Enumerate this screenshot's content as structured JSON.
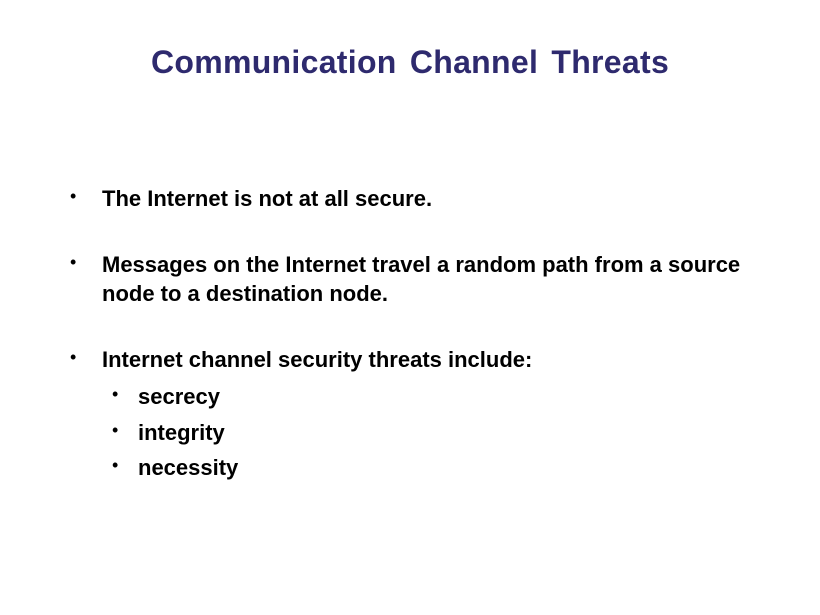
{
  "slide": {
    "title": "Communication Channel Threats",
    "title_color": "#2e2a6e",
    "bullets": [
      {
        "text": "The Internet is not at all secure."
      },
      {
        "text": "Messages on the Internet travel a random path from a source node to a destination node."
      },
      {
        "text": "Internet channel security threats include:",
        "sub": [
          {
            "text": "secrecy"
          },
          {
            "text": "integrity"
          },
          {
            "text": "necessity"
          }
        ]
      }
    ],
    "bullet_glyph": "•"
  }
}
